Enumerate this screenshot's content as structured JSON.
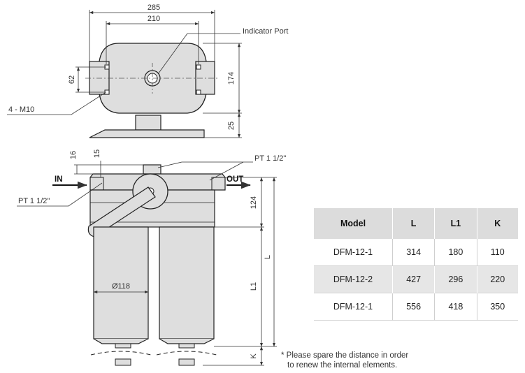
{
  "dimensions": {
    "width_285": "285",
    "width_210": "210",
    "height_62": "62",
    "height_174": "174",
    "height_25": "25",
    "height_16": "16",
    "height_15": "15",
    "height_124": "124",
    "dia_118": "Ø118",
    "length_L": "L",
    "length_L1": "L1",
    "length_K": "K"
  },
  "labels": {
    "indicator_port": "Indicator Port",
    "bolt": "4 - M10",
    "port_top": "PT 1 1/2\"",
    "port_left": "PT 1 1/2\"",
    "inlet": "IN",
    "outlet": "OUT"
  },
  "table": {
    "headers": [
      "Model",
      "L",
      "L1",
      "K"
    ],
    "rows": [
      [
        "DFM-12-1",
        "314",
        "180",
        "110"
      ],
      [
        "DFM-12-2",
        "427",
        "296",
        "220"
      ],
      [
        "DFM-12-1",
        "556",
        "418",
        "350"
      ]
    ]
  },
  "note": {
    "line1": "* Please spare the distance in order",
    "line2": "to renew the internal elements."
  }
}
